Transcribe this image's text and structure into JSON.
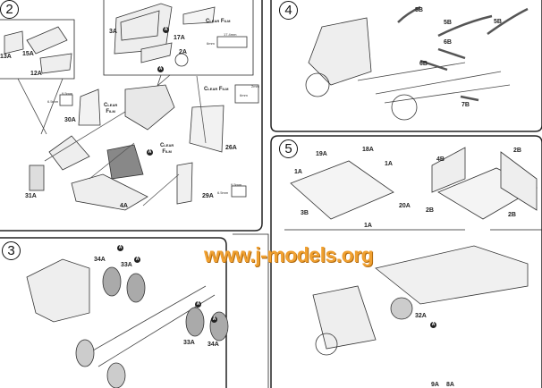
{
  "watermark": "www.j-models.org",
  "steps": {
    "s2": "2",
    "s3": "3",
    "s4": "4",
    "s5": "5"
  },
  "clear_film": "Clear Film",
  "clear_film_lines": [
    "Clear",
    "Film"
  ],
  "marker": "A",
  "step2": {
    "labels": [
      "3A",
      "17A",
      "2A",
      "13A",
      "15A",
      "12A",
      "30A",
      "26A",
      "31A",
      "4A",
      "29A"
    ],
    "dims": [
      "17.4mm",
      "6mm",
      "9.5mm",
      "6.5mm",
      "2mm",
      "6mm",
      "9.5mm",
      "6.5mm"
    ]
  },
  "step3": {
    "labels": [
      "34A",
      "33A",
      "33A",
      "34A"
    ]
  },
  "step4": {
    "labels": [
      "5B",
      "5B",
      "5B",
      "6B",
      "6B",
      "7B"
    ]
  },
  "step5": {
    "labels": [
      "19A",
      "18A",
      "1A",
      "1A",
      "3B",
      "20A",
      "1A",
      "4B",
      "2B",
      "2B",
      "2B",
      "32A",
      "9A",
      "8A"
    ]
  }
}
